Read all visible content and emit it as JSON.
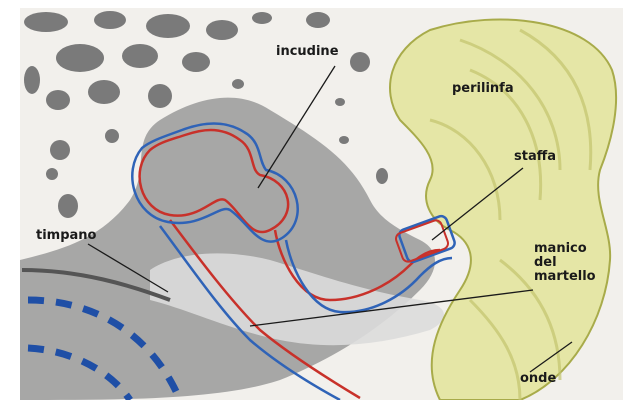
{
  "labels": {
    "incudine": "incudine",
    "perilinfa": "perilinfa",
    "staffa": "staffa",
    "timpano": "timpano",
    "manico_line1": "manico",
    "manico_line2": "del",
    "manico_line3": "martello",
    "onde": "onde"
  },
  "colors": {
    "background": "#ffffff",
    "paper": "#f2f0ec",
    "bone_dark": "#6f6f6f",
    "bone_mid": "#a9a9a9",
    "perilymph_fill": "#e5e6a6",
    "perilymph_stroke": "#a8ab4a",
    "outline_red": "#c8312a",
    "outline_blue": "#2f63b7",
    "dash_blue": "#1f4fa6",
    "leader_line": "#1a1a1a"
  }
}
